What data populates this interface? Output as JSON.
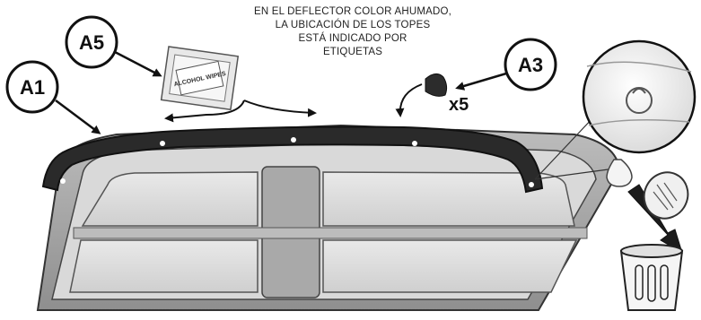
{
  "instruction_note": {
    "lines": [
      "EN EL DEFLECTOR COLOR AHUMADO,",
      "LA UBICACIÓN DE LOS TOPES",
      "ESTÁ INDICADO POR",
      "ETIQUETAS"
    ]
  },
  "callouts": {
    "a1": "A1",
    "a3": "A3",
    "a5": "A5"
  },
  "wipes_packet": {
    "text": "ALCOHOL WIPES"
  },
  "bumper_quantity": "x5",
  "icons": [
    "alcohol-wipes-packet-icon",
    "rubber-bumper-icon",
    "magnifier-icon",
    "trash-can-icon",
    "backing-paper-icon"
  ]
}
